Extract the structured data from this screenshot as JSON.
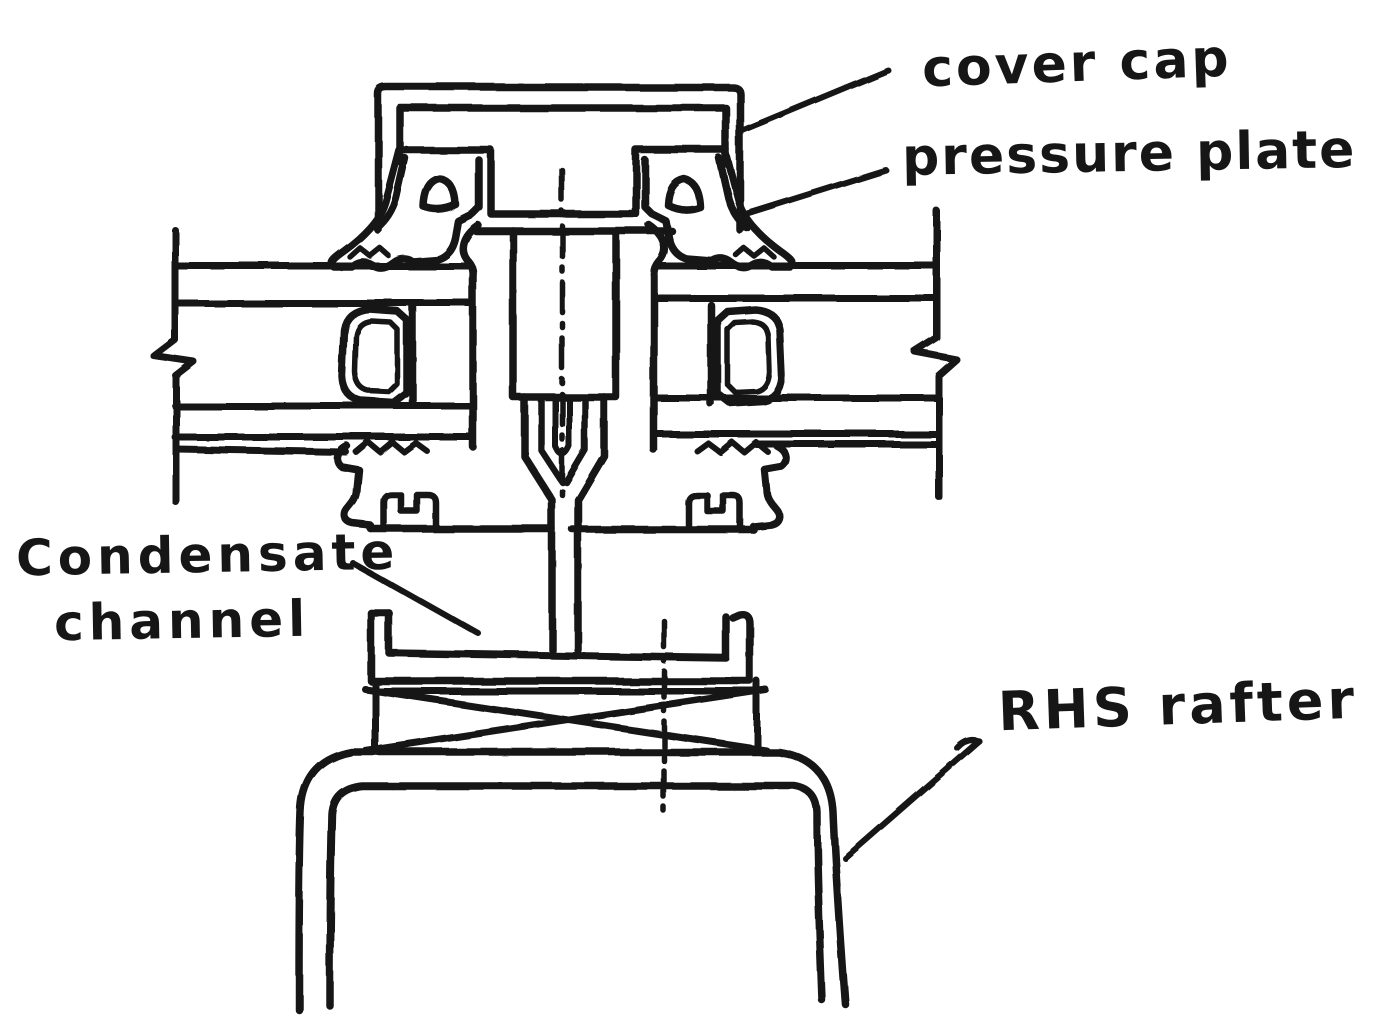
{
  "figure": {
    "kind": "hand-drawn glazing bar section detail sketch",
    "ink": "#161616",
    "paper": "#ffffff"
  },
  "annotations": {
    "cover_cap": {
      "label": "cover cap"
    },
    "pressure_plate": {
      "label": "pressure plate"
    },
    "condensate_channel": {
      "line1": "Condensate",
      "line2": "channel"
    },
    "rhs_rafter": {
      "label": "RHS rafter"
    }
  }
}
